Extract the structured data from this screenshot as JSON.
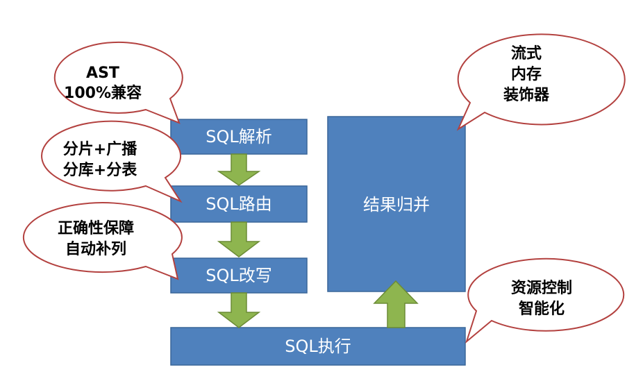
{
  "boxes": {
    "parse": "SQL解析",
    "route": "SQL路由",
    "rewrite": "SQL改写",
    "execute": "SQL执行",
    "merge": "结果归并"
  },
  "bubbles": {
    "ast": [
      "AST",
      "100%兼容"
    ],
    "sharding": [
      "分片+广播",
      "分库+分表"
    ],
    "correctness": [
      "正确性保障",
      "自动补列"
    ],
    "stream": [
      "流式",
      "内存",
      "装饰器"
    ],
    "resource": [
      "资源控制",
      "智能化"
    ]
  },
  "colors": {
    "box_fill": "#4f81bd",
    "arrow_fill": "#8eb54f",
    "bubble_stroke": "#b3413f"
  }
}
